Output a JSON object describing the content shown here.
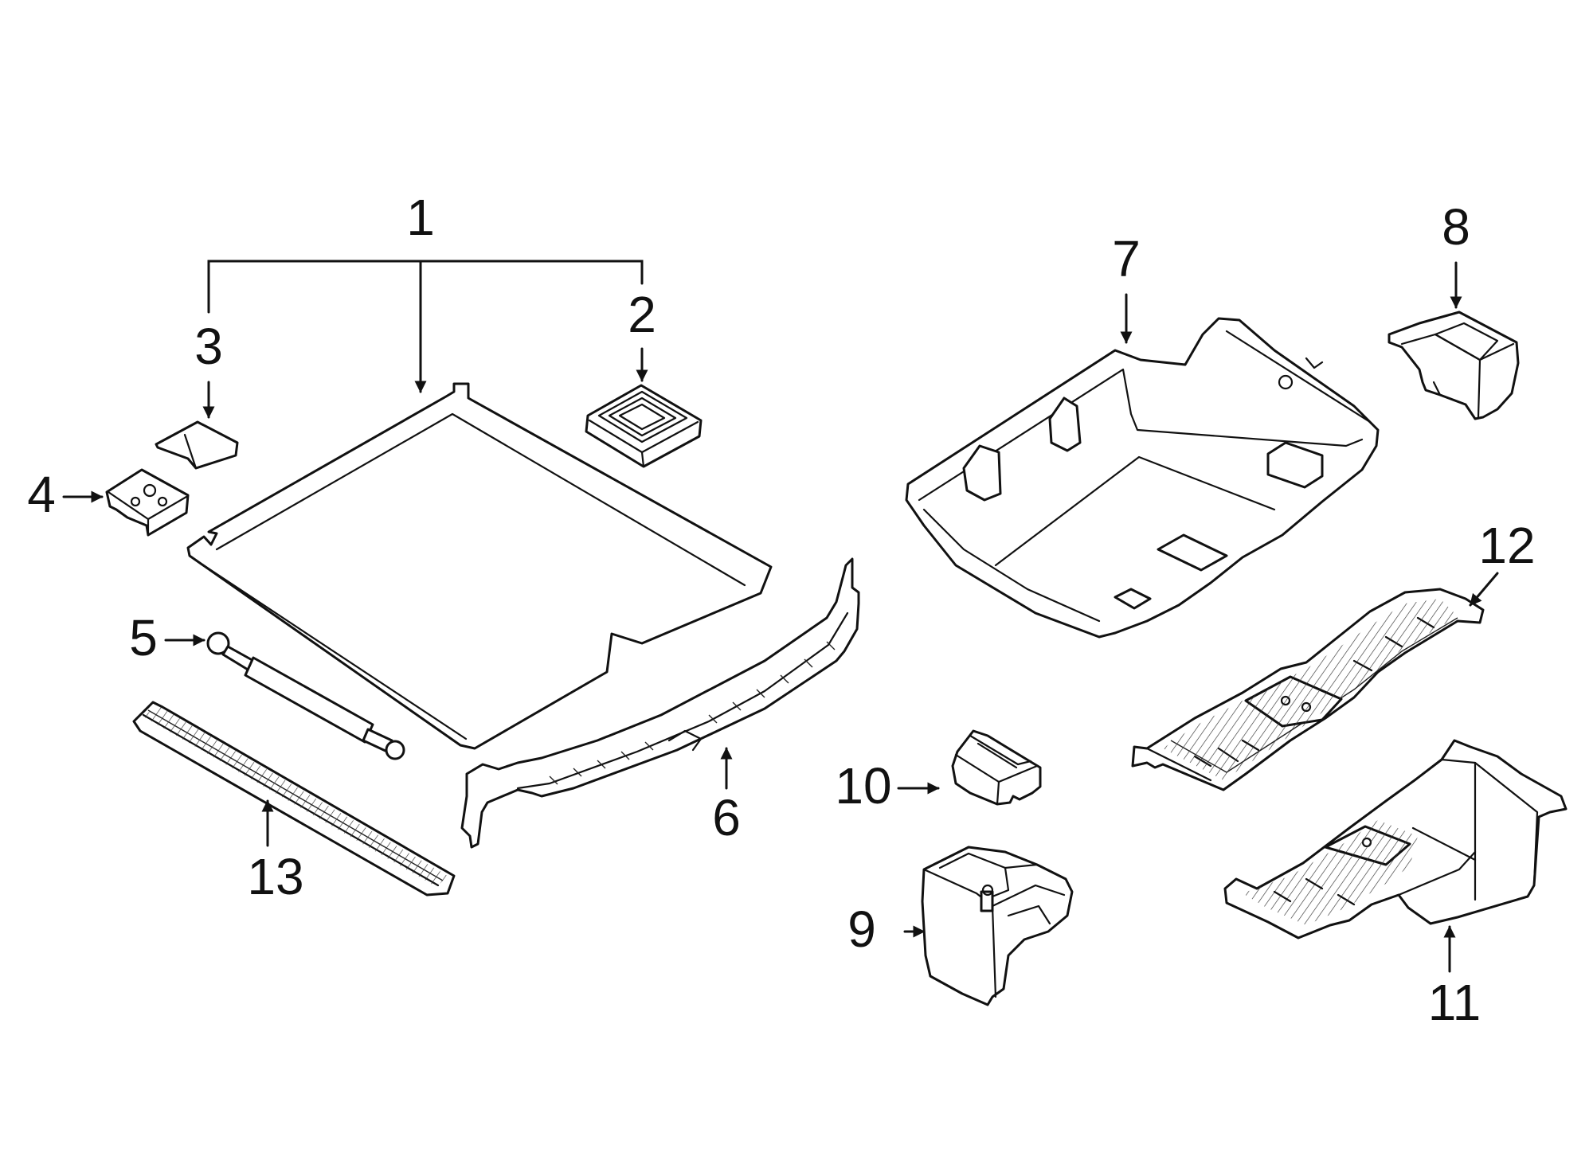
{
  "colors": {
    "line": "#111111",
    "background": "#ffffff"
  },
  "callouts": [
    {
      "id": "1",
      "label": "1",
      "part": "cargo-floor-cover"
    },
    {
      "id": "2",
      "label": "2",
      "part": "cover-handle-pad"
    },
    {
      "id": "3",
      "label": "3",
      "part": "small-cover-cap"
    },
    {
      "id": "4",
      "label": "4",
      "part": "cover-latch"
    },
    {
      "id": "5",
      "label": "5",
      "part": "support-strut"
    },
    {
      "id": "6",
      "label": "6",
      "part": "rear-sill-trim"
    },
    {
      "id": "7",
      "label": "7",
      "part": "storage-tray"
    },
    {
      "id": "8",
      "label": "8",
      "part": "bracket"
    },
    {
      "id": "9",
      "label": "9",
      "part": "storage-box"
    },
    {
      "id": "10",
      "label": "10",
      "part": "small-holder"
    },
    {
      "id": "11",
      "label": "11",
      "part": "floor-tray-with-bin"
    },
    {
      "id": "12",
      "label": "12",
      "part": "floor-panel"
    },
    {
      "id": "13",
      "label": "13",
      "part": "trim-strip"
    }
  ]
}
